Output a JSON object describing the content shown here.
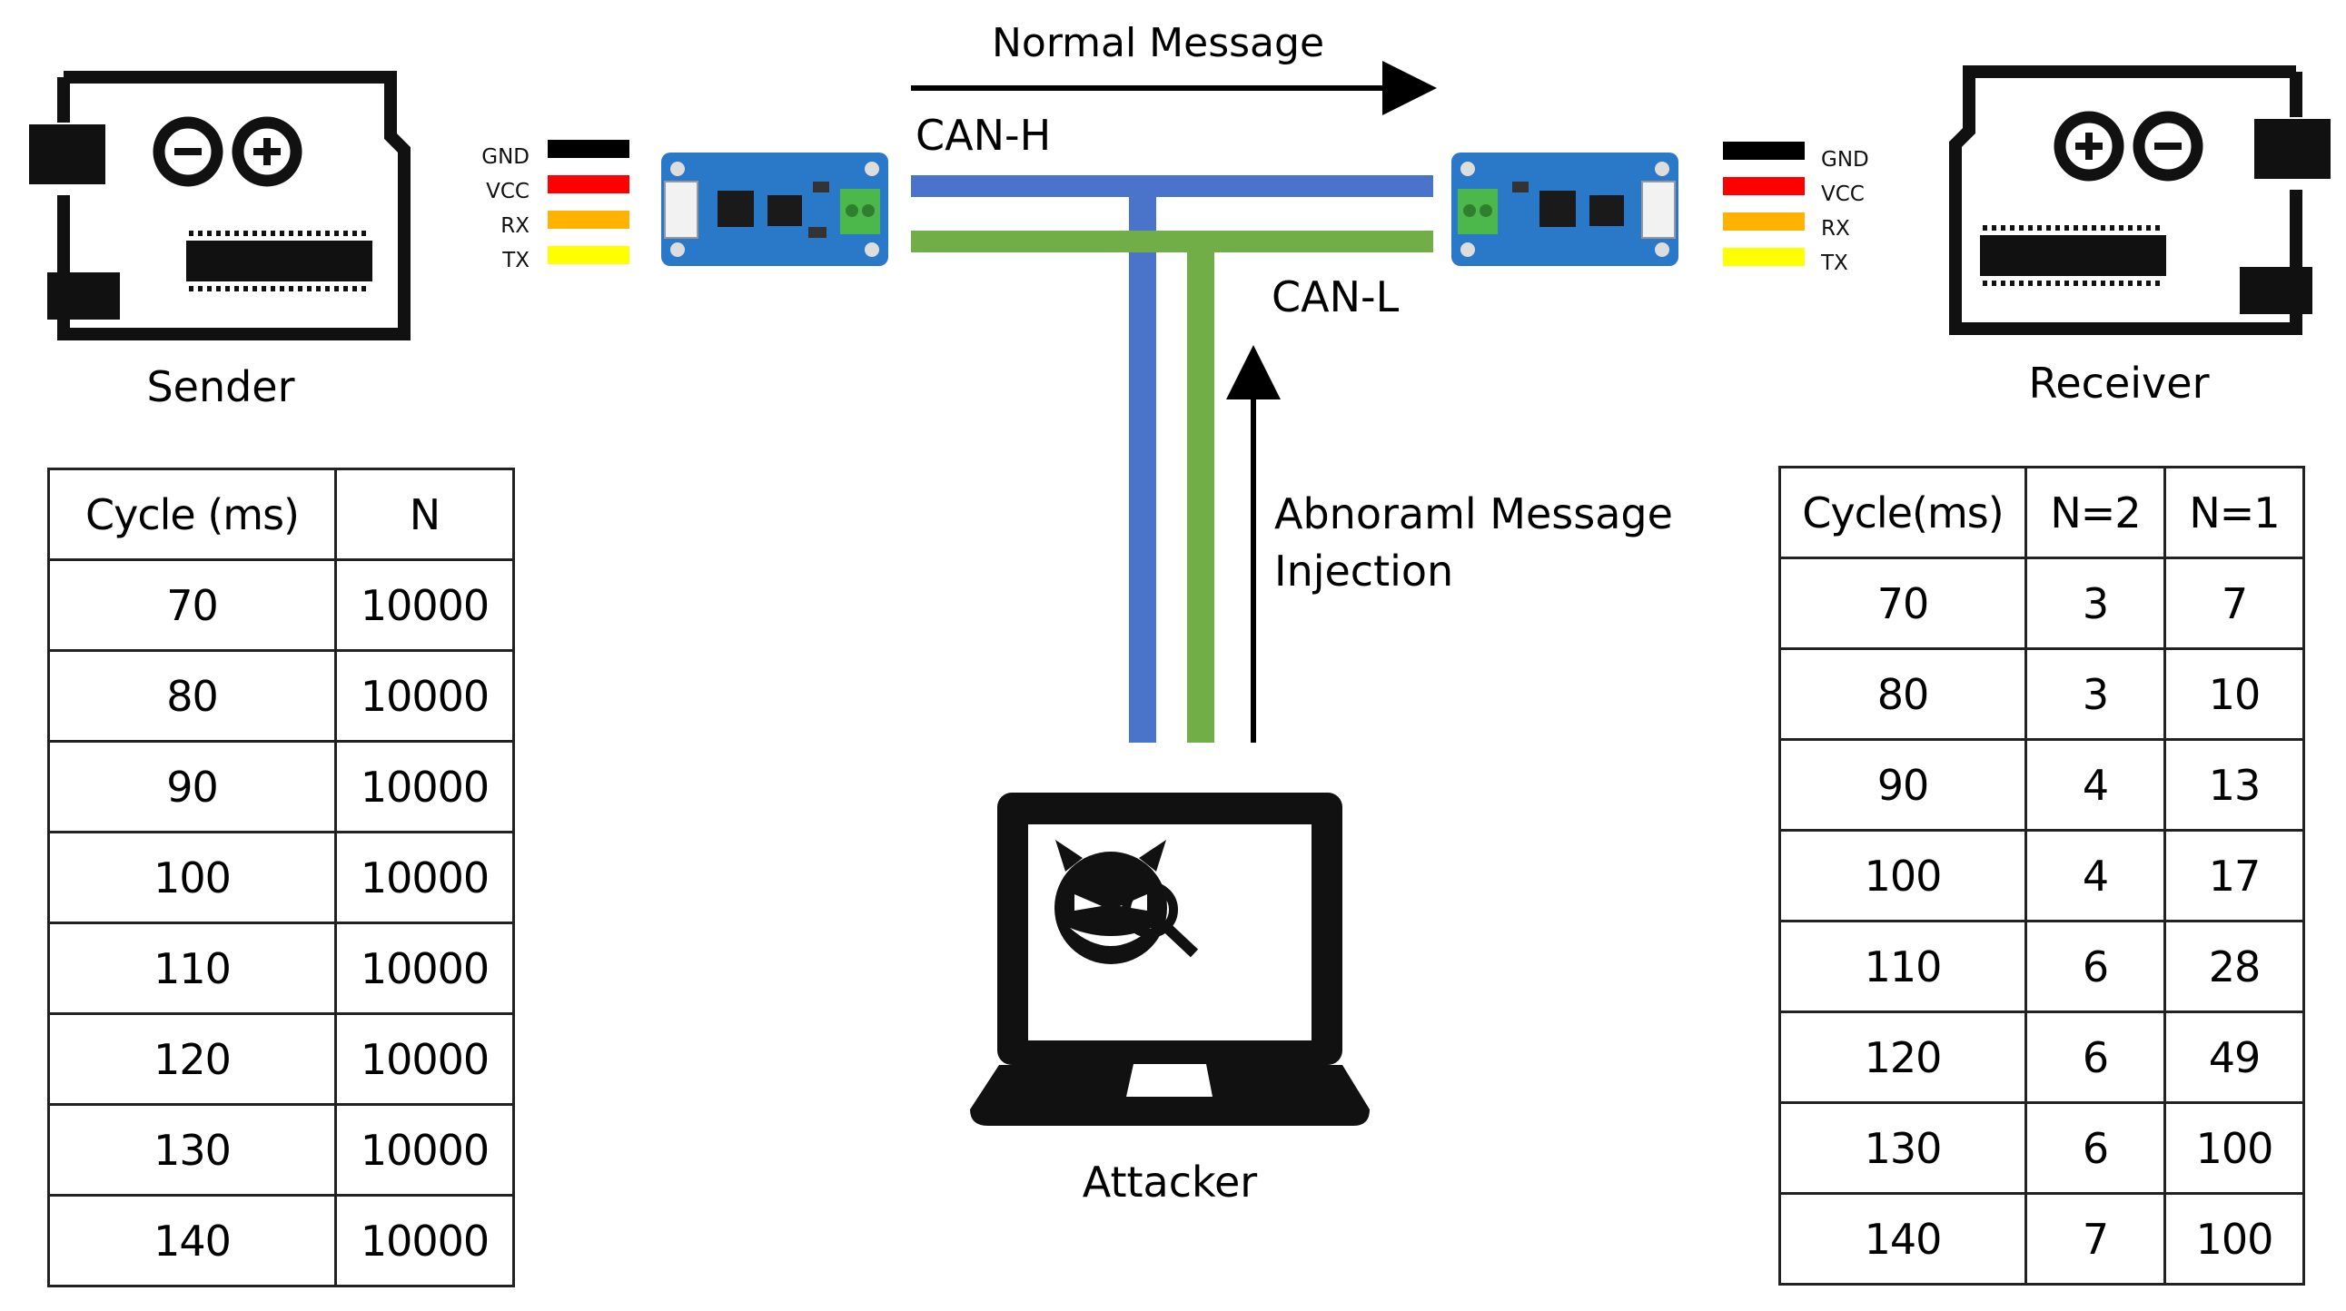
{
  "labels": {
    "sender": "Sender",
    "receiver": "Receiver",
    "attacker": "Attacker",
    "normal_message": "Normal Message",
    "can_h": "CAN-H",
    "can_l": "CAN-L",
    "abnormal_line1": "Abnoraml Message",
    "abnormal_line2": "Injection"
  },
  "pins": [
    {
      "label": "GND",
      "color": "#000000"
    },
    {
      "label": "VCC",
      "color": "#ff0000"
    },
    {
      "label": "RX",
      "color": "#ffb300"
    },
    {
      "label": "TX",
      "color": "#ffff00"
    }
  ],
  "colors": {
    "can_h": "#4a74c9",
    "can_l": "#71ae48",
    "module_board": "#2a78c8"
  },
  "icons": {
    "sender_board": "arduino-board-icon",
    "receiver_board": "arduino-board-icon",
    "attacker": "hacker-laptop-icon"
  },
  "sender_table": {
    "headers": [
      "Cycle (ms)",
      "N"
    ],
    "rows": [
      [
        "70",
        "10000"
      ],
      [
        "80",
        "10000"
      ],
      [
        "90",
        "10000"
      ],
      [
        "100",
        "10000"
      ],
      [
        "110",
        "10000"
      ],
      [
        "120",
        "10000"
      ],
      [
        "130",
        "10000"
      ],
      [
        "140",
        "10000"
      ]
    ]
  },
  "receiver_table": {
    "headers": [
      "Cycle(ms)",
      "N=2",
      "N=1"
    ],
    "rows": [
      [
        "70",
        "3",
        "7"
      ],
      [
        "80",
        "3",
        "10"
      ],
      [
        "90",
        "4",
        "13"
      ],
      [
        "100",
        "4",
        "17"
      ],
      [
        "110",
        "6",
        "28"
      ],
      [
        "120",
        "6",
        "49"
      ],
      [
        "130",
        "6",
        "100"
      ],
      [
        "140",
        "7",
        "100"
      ]
    ]
  }
}
